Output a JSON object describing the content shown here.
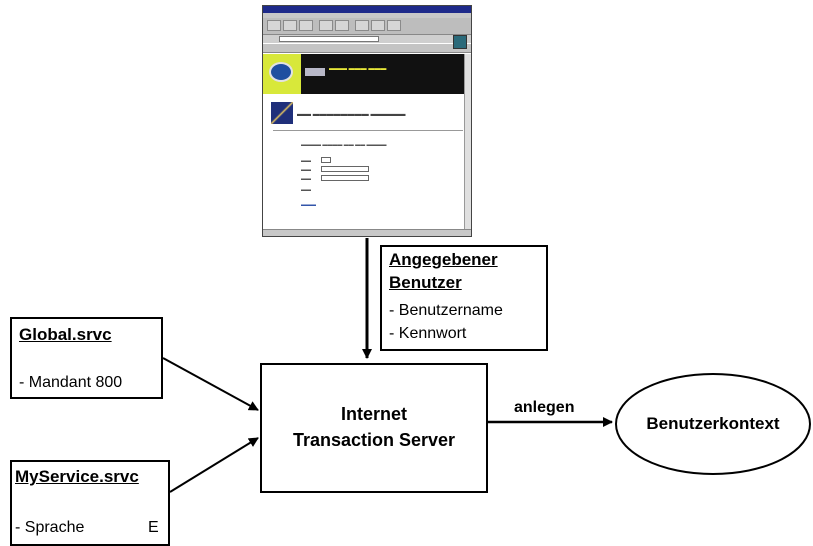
{
  "user_box": {
    "title_line1": "Angegebener",
    "title_line2": "Benutzer",
    "item1": "- Benutzername",
    "item2": "- Kennwort"
  },
  "global_box": {
    "title": "Global.srvc",
    "item1": "- Mandant 800"
  },
  "myservice_box": {
    "title": "MyService.srvc",
    "item1_key": "- Sprache",
    "item1_value": "E"
  },
  "its_box": {
    "line1": "Internet",
    "line2": "Transaction Server"
  },
  "arrow_label": "anlegen",
  "context_ellipse": {
    "label": "Benutzerkontext"
  },
  "colors": {
    "line": "#000000",
    "background": "#ffffff"
  }
}
